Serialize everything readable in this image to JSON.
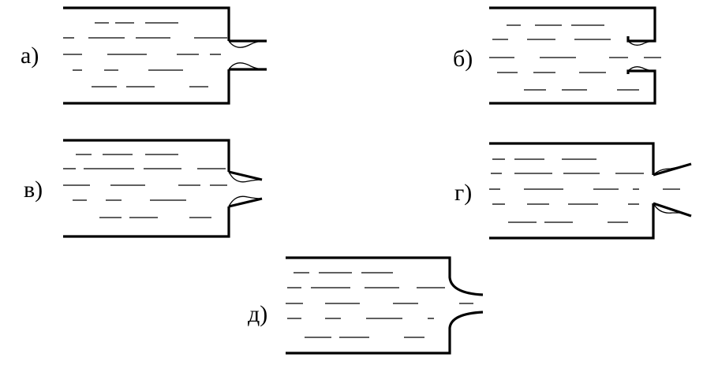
{
  "figure": {
    "panels": [
      {
        "id": "a",
        "label": "а)",
        "type": "internal-sharp-orifice"
      },
      {
        "id": "b",
        "label": "б)",
        "type": "thin-wall-orifice"
      },
      {
        "id": "v",
        "label": "в)",
        "type": "internal-conical-converging-nozzle"
      },
      {
        "id": "g",
        "label": "г)",
        "type": "external-conical-diverging-nozzle"
      },
      {
        "id": "d",
        "label": "д)",
        "type": "conoidal-rounded-nozzle"
      }
    ]
  }
}
